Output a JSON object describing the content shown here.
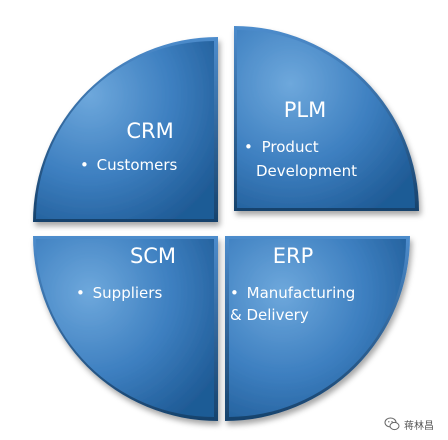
{
  "quadrants": [
    {
      "title": "CRM",
      "bullet": "•",
      "lines": [
        "Customers"
      ]
    },
    {
      "title": "PLM",
      "bullet": "•",
      "lines": [
        "Product",
        "Development"
      ]
    },
    {
      "title": "SCM",
      "bullet": "•",
      "lines": [
        "Suppliers"
      ]
    },
    {
      "title": "ERP",
      "bullet": "•",
      "lines": [
        "Manufacturing",
        "& Delivery"
      ]
    }
  ],
  "watermark": {
    "text": "蒋林昌",
    "icon": "wechat-icon"
  },
  "colors": {
    "fill_light": "#5b9bd5",
    "fill_dark": "#1f5b96",
    "edge": "#17426c"
  }
}
